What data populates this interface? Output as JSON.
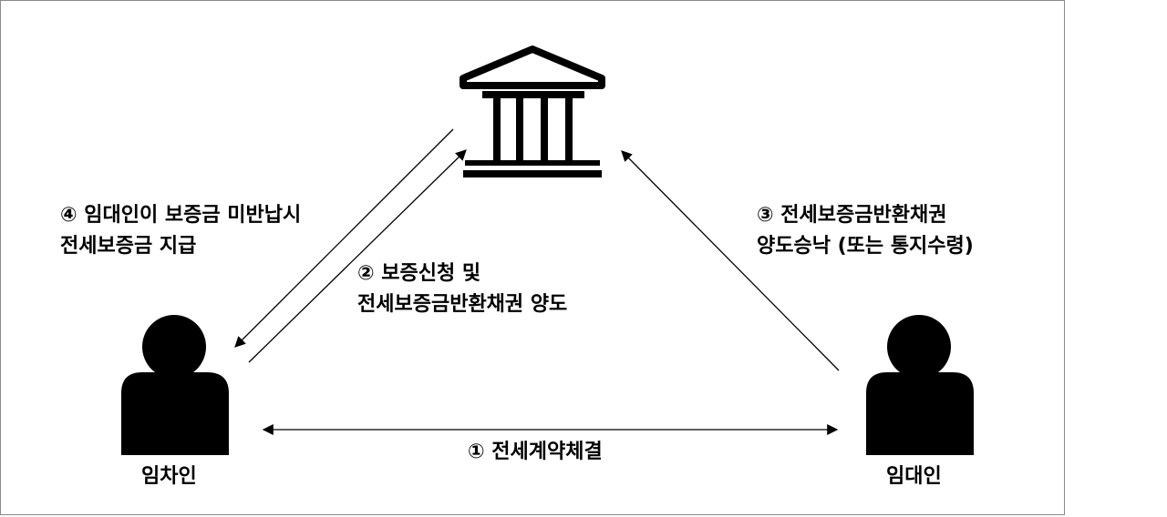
{
  "nodes": {
    "bank_icon": "bank-icon",
    "tenant": {
      "icon": "person-icon",
      "label": "임차인"
    },
    "landlord": {
      "icon": "person-icon",
      "label": "임대인"
    }
  },
  "steps": {
    "step1": "① 전세계약체결",
    "step2": [
      "② 보증신청 및",
      "전세보증금반환채권 양도"
    ],
    "step3": [
      "③ 전세보증금반환채권",
      "양도승낙 (또는 통지수령)"
    ],
    "step4": [
      "④ 임대인이 보증금 미반납시",
      "전세보증금 지급"
    ]
  },
  "colors": {
    "ink": "#000000",
    "frame": "#8a8a8a",
    "background": "#ffffff"
  }
}
